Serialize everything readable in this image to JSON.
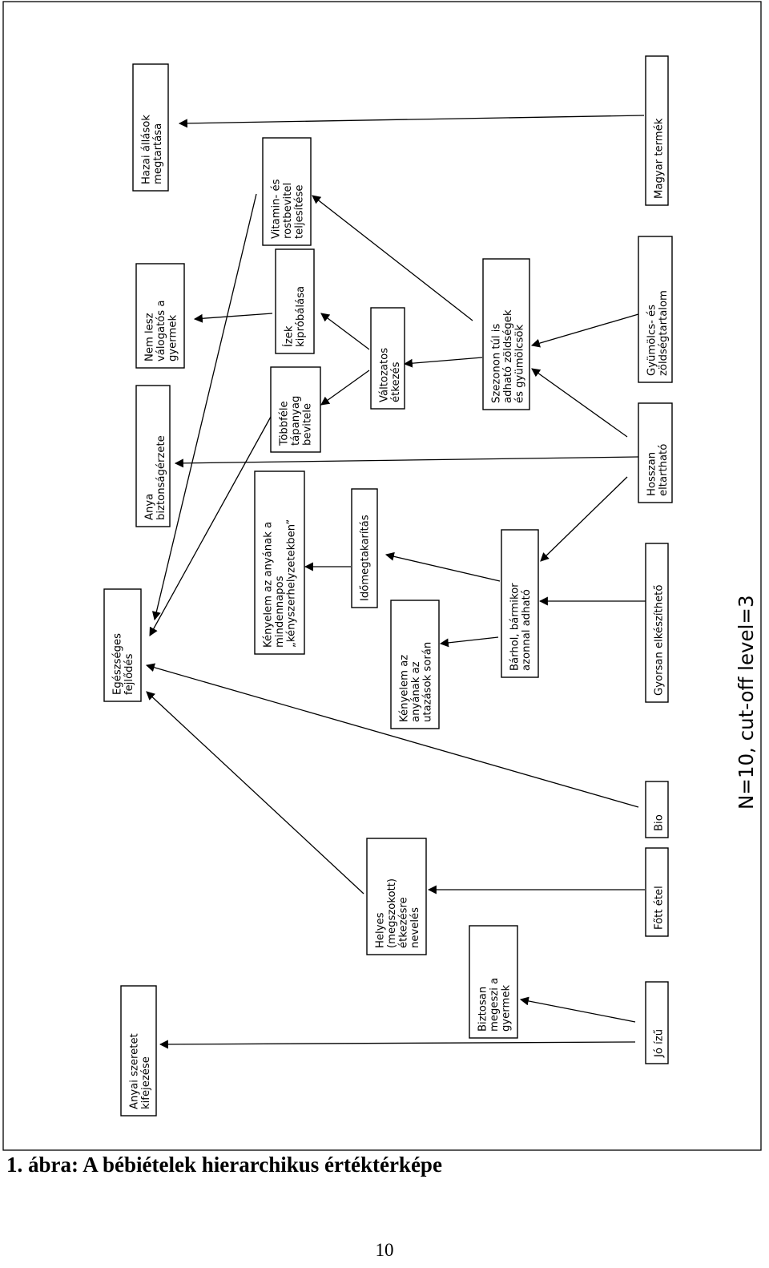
{
  "nodes": {
    "hazai": [
      "Hazai állások",
      "megtartása"
    ],
    "magyar": [
      "Magyar termék"
    ],
    "valogatos": [
      "Nem lesz",
      "válogatós a",
      "gyermek"
    ],
    "vitamin": [
      "Vitamin- és",
      "rostbevitel",
      "teljesítése"
    ],
    "izek": [
      "Ízek",
      "kipróbálása"
    ],
    "biztonsag": [
      "Anya",
      "biztonságérzete"
    ],
    "tobbfele": [
      "Többféle",
      "tápanyag",
      "bevitele"
    ],
    "valtozatos": [
      "Változatos",
      "étkezés"
    ],
    "szezonon": [
      "Szezonon túl is",
      "adható zöldségek",
      "és gyümölcsök"
    ],
    "gyumolcs": [
      "Gyümölcs- és",
      "zöldségtartalom"
    ],
    "kenyelem1": [
      "Kényelem az anyának a",
      "mindennapos",
      "„kényszerhelyzetekben”"
    ],
    "idomeg": [
      "Időmegtakarítás"
    ],
    "hosszan": [
      "Hosszan",
      "eltartható"
    ],
    "egeszseges": [
      "Egészséges",
      "fejlődés"
    ],
    "kenyelem2": [
      "Kényelem az",
      "anyának az",
      "utazások során"
    ],
    "barhol": [
      "Bárhol, bármikor",
      "azonnal adható"
    ],
    "gyorsan": [
      "Gyorsan elkészíthető"
    ],
    "bio": [
      "Bio"
    ],
    "helyes": [
      "Helyes",
      "(megszokott)",
      "étkezésre",
      "nevelés"
    ],
    "fott": [
      "Főtt étel"
    ],
    "biztosan": [
      "Biztosan",
      "megeszi a",
      "gyermek"
    ],
    "anyai": [
      "Anyai szeretet",
      "kifejezése"
    ],
    "jo": [
      "Jó ízű"
    ]
  },
  "note": "N=10, cut-off level=3",
  "caption": "1. ábra: A bébiételek hierarchikus értéktérképe",
  "page_number": "10",
  "colors": {
    "line": "#000000",
    "background": "#ffffff"
  }
}
